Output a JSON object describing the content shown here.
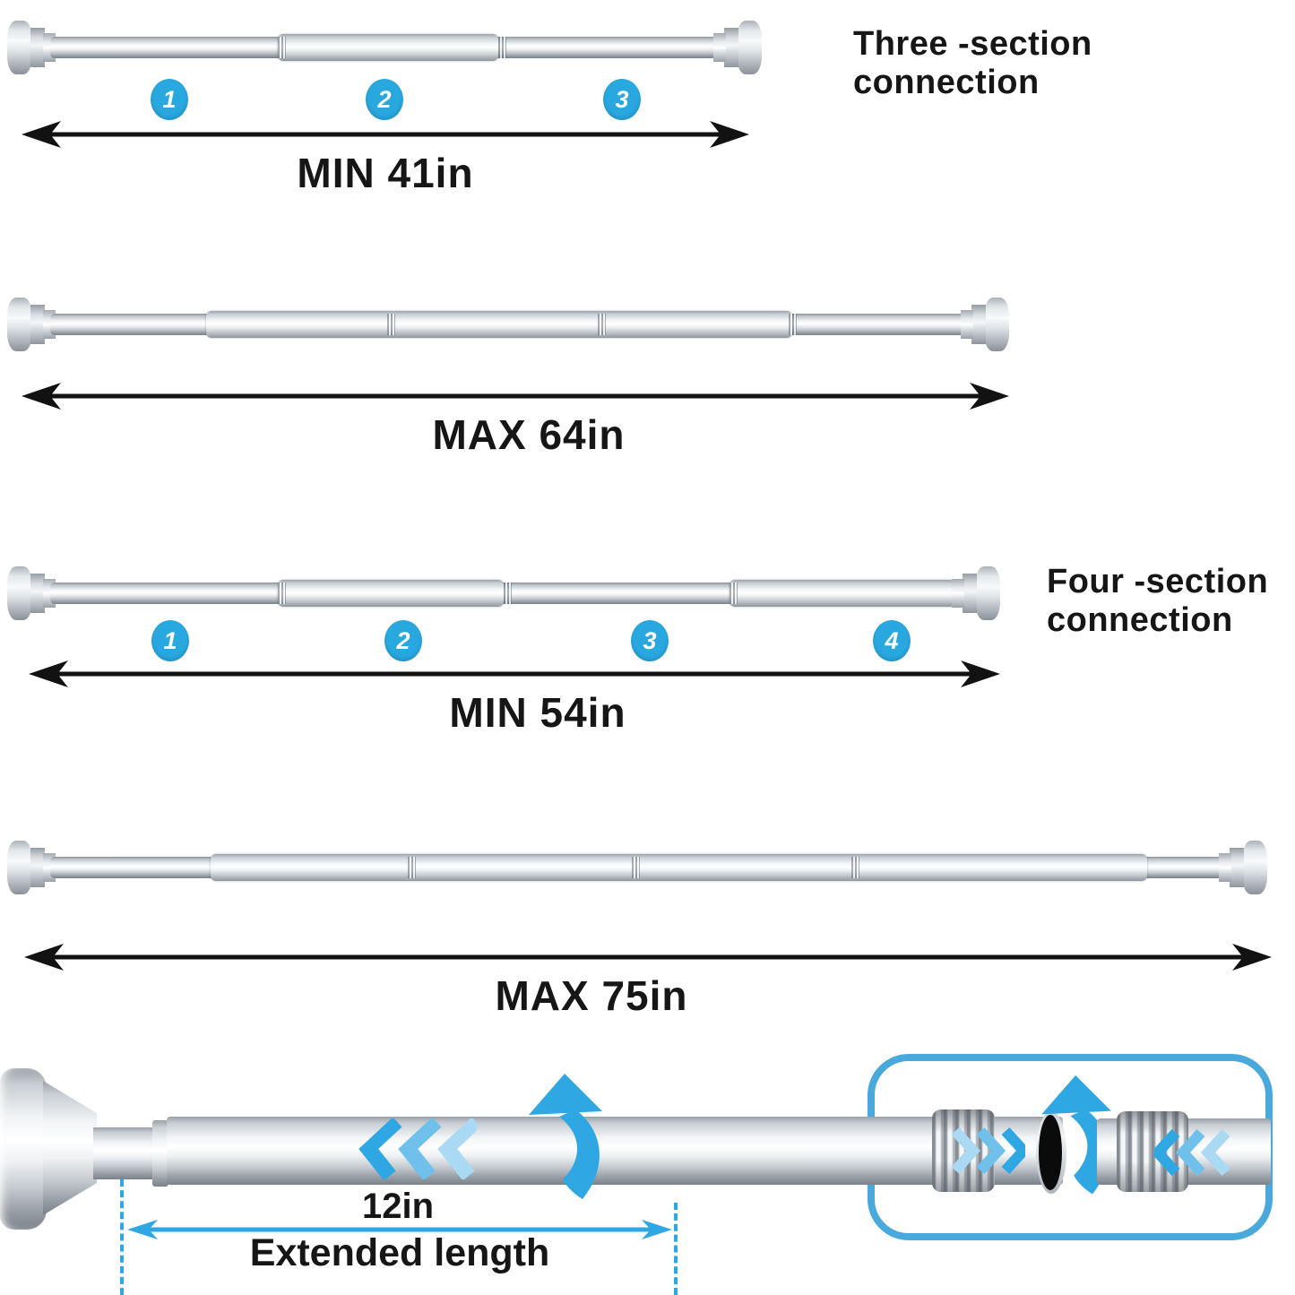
{
  "colors": {
    "accent_blue": "#2ea7e2",
    "accent_blue_mid": "#6fc0ea",
    "accent_blue_light": "#a9d9f3",
    "arrow_black": "#121212",
    "text": "#161616",
    "inset_border": "#49a8dc",
    "badge_blue": "#29a8e0"
  },
  "captions": {
    "three": {
      "line1": "Three -section",
      "line2": "connection"
    },
    "four": {
      "line1": "Four -section",
      "line2": "connection"
    }
  },
  "rods": [
    {
      "name": "three-section-min",
      "measurement": "MIN 41in",
      "sections": [
        "1",
        "2",
        "3"
      ]
    },
    {
      "name": "three-section-max",
      "measurement": "MAX 64in",
      "sections": []
    },
    {
      "name": "four-section-min",
      "measurement": "MIN 54in",
      "sections": [
        "1",
        "2",
        "3",
        "4"
      ]
    },
    {
      "name": "four-section-max",
      "measurement": "MAX 75in",
      "sections": []
    }
  ],
  "detail": {
    "extension_value": "12in",
    "extension_label": "Extended length"
  },
  "icons": {
    "measure_arrow": "double-headed-arrow",
    "extension_arrow": "double-headed-arrow-blue",
    "slide_chevrons": "triple-chevron",
    "rotate_arrow": "curved-rotation-arrow"
  }
}
